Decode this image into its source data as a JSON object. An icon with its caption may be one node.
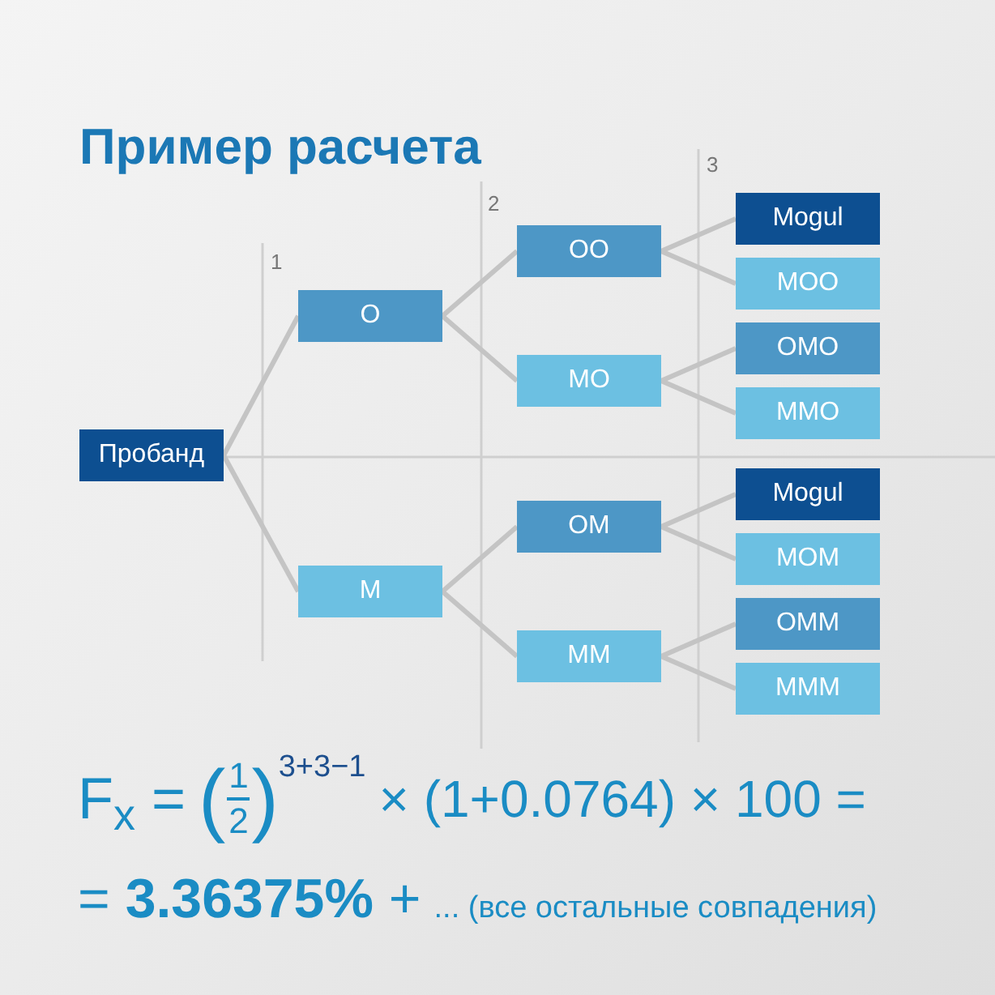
{
  "diagram": {
    "title": "Пример расчета",
    "nodes": [
      {
        "text": [
          "Пробанд"
        ]
      },
      {
        "text": [
          "О"
        ]
      },
      {
        "text": [
          "М"
        ]
      },
      {
        "text": [
          "ОО"
        ]
      },
      {
        "text": [
          "МО"
        ]
      },
      {
        "text": [
          "ОМ"
        ]
      },
      {
        "text": [
          "ММ"
        ]
      },
      {
        "text": [
          "Mogul"
        ]
      },
      {
        "text": [
          "МОО"
        ]
      },
      {
        "text": [
          "ОМО"
        ]
      },
      {
        "text": [
          "ММО"
        ]
      },
      {
        "text": [
          "Mogul"
        ]
      },
      {
        "text": [
          "МОМ"
        ]
      },
      {
        "text": [
          "ОММ"
        ]
      },
      {
        "text": [
          "МММ"
        ]
      }
    ],
    "edges": [
      {
        "from": 0,
        "to": 1,
        "arrow": "none"
      },
      {
        "from": 0,
        "to": 2,
        "arrow": "none"
      },
      {
        "from": 1,
        "to": 3,
        "arrow": "none"
      },
      {
        "from": 1,
        "to": 4,
        "arrow": "none"
      },
      {
        "from": 2,
        "to": 5,
        "arrow": "none"
      },
      {
        "from": 2,
        "to": 6,
        "arrow": "none"
      },
      {
        "from": 3,
        "to": 7,
        "arrow": "none"
      },
      {
        "from": 3,
        "to": 8,
        "arrow": "none"
      },
      {
        "from": 4,
        "to": 9,
        "arrow": "none"
      },
      {
        "from": 4,
        "to": 10,
        "arrow": "none"
      },
      {
        "from": 5,
        "to": 11,
        "arrow": "none"
      },
      {
        "from": 5,
        "to": 12,
        "arrow": "none"
      },
      {
        "from": 6,
        "to": 13,
        "arrow": "none"
      },
      {
        "from": 6,
        "to": 14,
        "arrow": "none"
      }
    ],
    "labels": [
      "1",
      "2",
      "3",
      "F$_{x}$ =",
      "(",
      "1",
      "2",
      ")",
      "3+3−1",
      "× (1+0.0764) × 100 =",
      "= **3.36375%** +",
      "... (все остальные совпадения)"
    ]
  }
}
